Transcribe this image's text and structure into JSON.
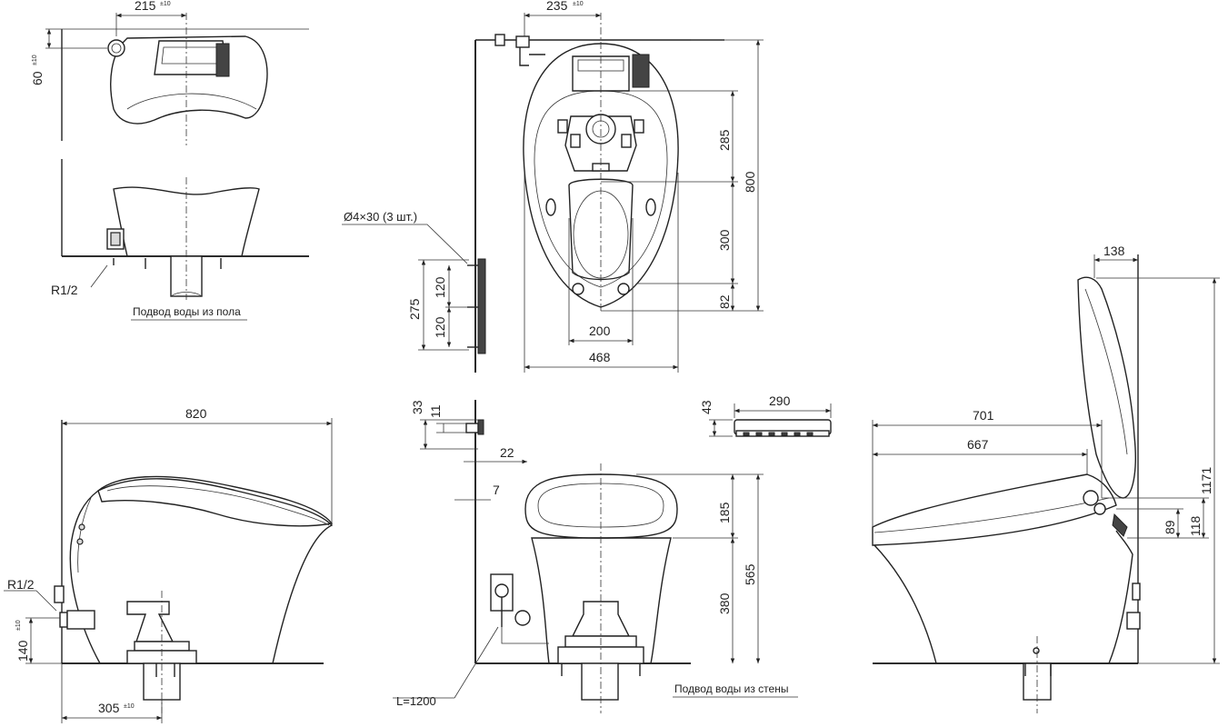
{
  "captions": {
    "floor_supply": "Подвод воды из пола",
    "wall_supply": "Подвод воды из стены"
  },
  "labels": {
    "thread_top": "R1/2",
    "thread_side": "R1/2",
    "screws": "Ø4×30 (3 шт.)",
    "hose_length": "L=1200"
  },
  "tolerance": "±10",
  "dimensions": {
    "top_left_215": "215",
    "top_left_60": "60",
    "plan_235": "235",
    "plan_285": "285",
    "plan_800": "800",
    "plan_300": "300",
    "plan_82": "82",
    "plan_200": "200",
    "plan_468": "468",
    "bracket_275": "275",
    "bracket_120a": "120",
    "bracket_120b": "120",
    "side_820": "820",
    "side_140": "140",
    "side_305": "305",
    "wall_33": "33",
    "wall_11": "11",
    "wall_22": "22",
    "wall_7": "7",
    "remote_43": "43",
    "remote_290": "290",
    "front_185": "185",
    "front_565": "565",
    "front_380": "380",
    "right_138": "138",
    "right_701": "701",
    "right_667": "667",
    "right_1171": "1171",
    "right_89": "89",
    "right_118": "118"
  }
}
